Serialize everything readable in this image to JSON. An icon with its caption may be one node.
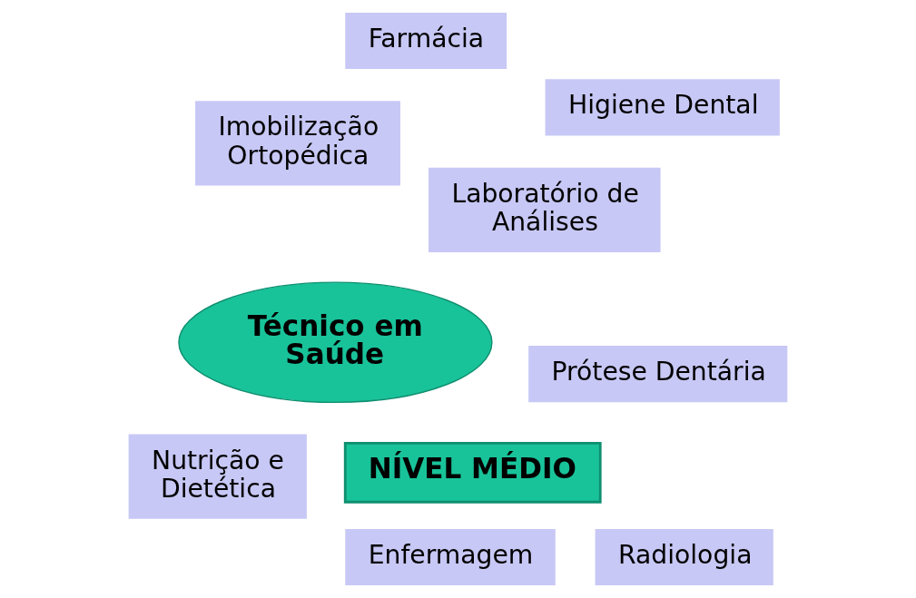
{
  "diagram": {
    "nodes": [
      {
        "text": [
          "NÍVEL MÉDIO"
        ]
      },
      {
        "text": [
          "Nutrição e Dietética"
        ]
      },
      {
        "text": [
          "Farmácia"
        ]
      },
      {
        "text": [
          "Laboratório de Análises"
        ]
      },
      {
        "text": [
          "Radiologia"
        ]
      },
      {
        "text": [
          "Técnico em Saúde"
        ]
      },
      {
        "text": [
          "Prótese Dentária"
        ]
      },
      {
        "text": [
          "Imobilização Ortopédica"
        ]
      },
      {
        "text": [
          "Enfermagem"
        ]
      },
      {
        "text": [
          "Higiene Dental"
        ]
      }
    ]
  }
}
